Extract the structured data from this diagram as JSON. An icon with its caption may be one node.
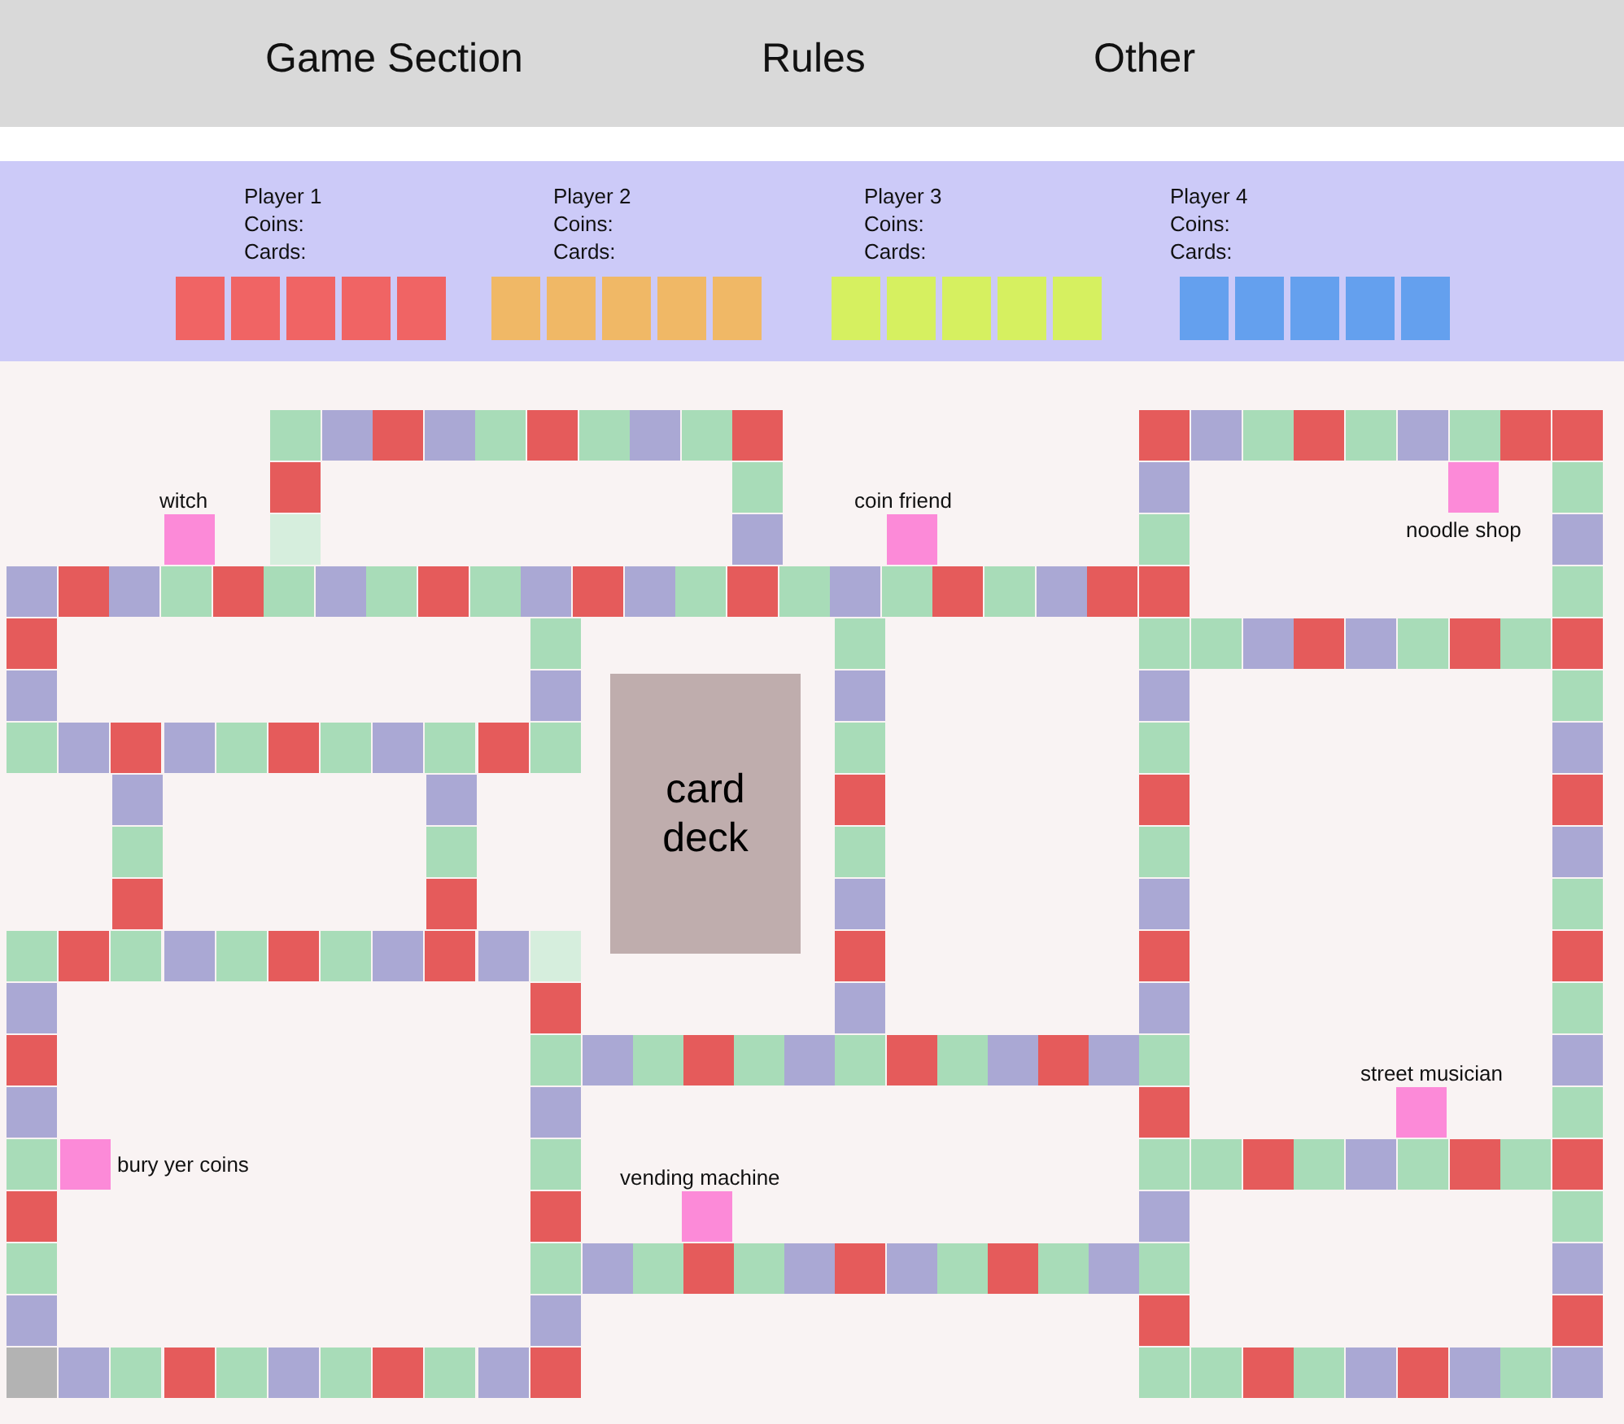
{
  "diagram": {
    "nodes": [
      {
        "text": [
          "witch"
        ]
      },
      {
        "text": [
          "coin friend"
        ]
      },
      {
        "text": [
          "noodle shop"
        ]
      },
      {
        "text": [
          "card deck"
        ]
      },
      {
        "text": [
          "street musician"
        ]
      },
      {
        "text": [
          "bury yer coins"
        ]
      },
      {
        "text": [
          "vending machine"
        ]
      }
    ],
    "labels": [
      "Game Section",
      "Rules",
      "Other",
      "Player 1",
      "Coins:",
      "Cards:",
      "Player 2",
      "Coins:",
      "Cards:",
      "Player 3",
      "Coins:",
      "Cards:",
      "Player 4",
      "Coins:",
      "Cards:"
    ]
  }
}
